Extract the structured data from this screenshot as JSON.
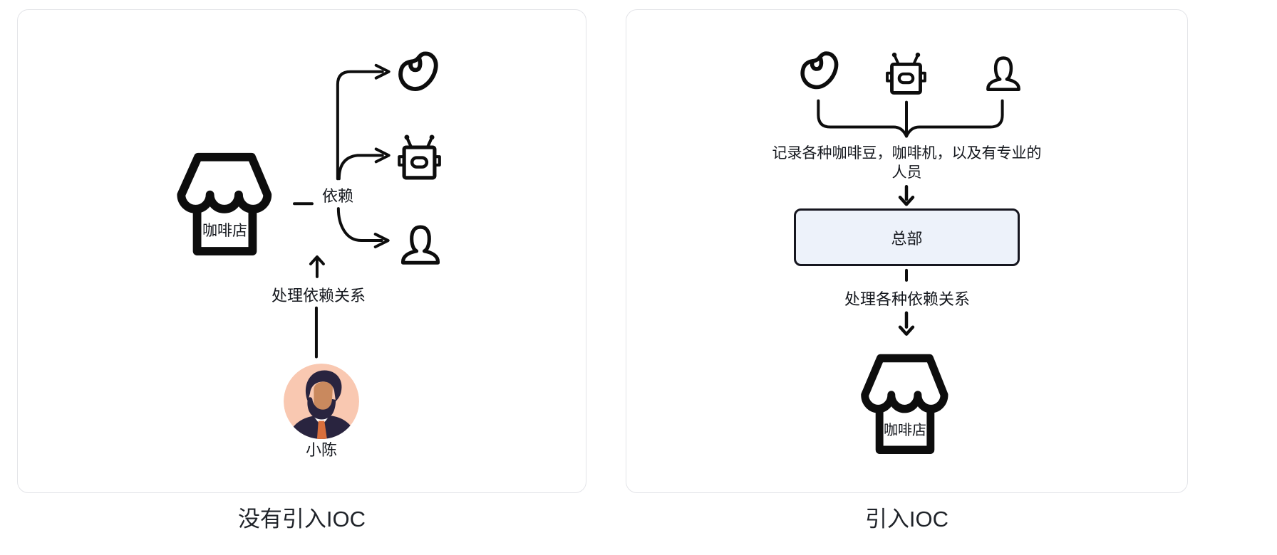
{
  "left_panel": {
    "caption": "没有引入IOC",
    "shop": {
      "label": "咖啡店",
      "icon": "storefront-icon"
    },
    "dependency_label": "依赖",
    "dependency_icons": [
      "coffee-bean-icon",
      "coffee-machine-robot-icon",
      "person-icon"
    ],
    "handle_label": "处理依赖关系",
    "person_name": "小陈",
    "person_icon": "avatar-man-beard"
  },
  "right_panel": {
    "caption": "引入IOC",
    "dependency_icons": [
      "coffee-bean-icon",
      "coffee-machine-robot-icon",
      "person-icon"
    ],
    "record_note_line1": "记录各种咖啡豆，咖啡机，以及有专业的",
    "record_note_line2": "人员",
    "hq_label": "总部",
    "handle_label": "处理各种依赖关系",
    "shop": {
      "label": "咖啡店",
      "icon": "storefront-icon"
    }
  },
  "colors": {
    "background": "#ffffff",
    "panel_border": "#e3e4e8",
    "diagram_stroke": "#0d0d0d",
    "text": "#15181e",
    "hq_box_fill": "#edf2fa",
    "hq_box_border": "#16161f",
    "avatar_background": "#f9c8b1",
    "avatar_skin": "#c9895e",
    "avatar_hair": "#29243f",
    "avatar_tie": "#d96f3c"
  }
}
